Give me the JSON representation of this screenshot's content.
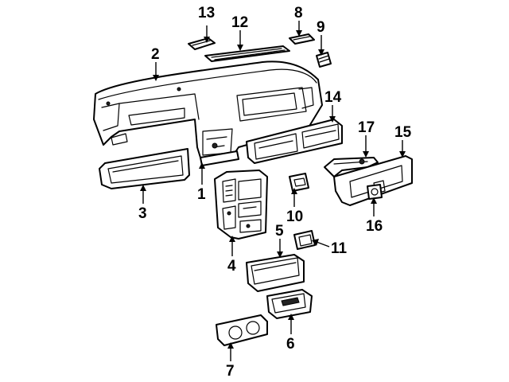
{
  "diagram": {
    "callouts": [
      "1",
      "2",
      "3",
      "4",
      "5",
      "6",
      "7",
      "8",
      "9",
      "10",
      "11",
      "12",
      "13",
      "14",
      "15",
      "16",
      "17"
    ]
  },
  "colors": {
    "ink": "#000000",
    "paper": "#ffffff"
  }
}
